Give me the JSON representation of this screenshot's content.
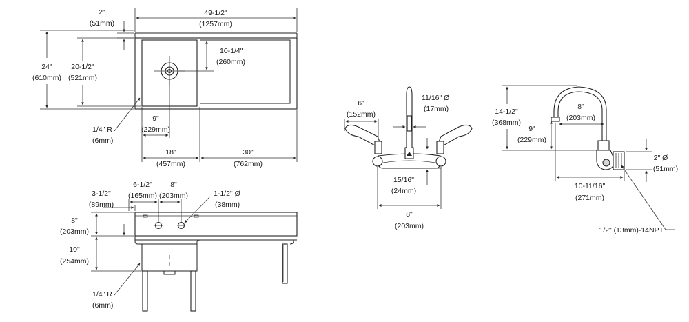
{
  "sink_top_view": {
    "dim_width_in": "49-1/2\"",
    "dim_width_mm": "(1257mm)",
    "dim_backsplash_in": "2\"",
    "dim_backsplash_mm": "(51mm)",
    "dim_depth_in": "24\"",
    "dim_depth_mm": "(610mm)",
    "dim_bowl_depth_in": "20-1/2\"",
    "dim_bowl_depth_mm": "(521mm)",
    "dim_drain_in": "10-1/4\"",
    "dim_drain_mm": "(260mm)",
    "dim_drain_x_in": "9\"",
    "dim_drain_x_mm": "(229mm)",
    "dim_radius_in": "1/4\" R",
    "dim_radius_mm": "(6mm)",
    "dim_bowl_width_in": "18\"",
    "dim_bowl_width_mm": "(457mm)",
    "dim_drainboard_in": "30\"",
    "dim_drainboard_mm": "(762mm)"
  },
  "sink_front_view": {
    "dim_hole_offset_in": "3-1/2\"",
    "dim_hole_offset_mm": "(89mm)",
    "dim_hole_spacing1_in": "6-1/2\"",
    "dim_hole_spacing1_mm": "(165mm)",
    "dim_hole_spacing2_in": "8\"",
    "dim_hole_spacing2_mm": "(203mm)",
    "dim_hole_dia_in": "1-1/2\" Ø",
    "dim_hole_dia_mm": "(38mm)",
    "dim_splash_in": "8\"",
    "dim_splash_mm": "(203mm)",
    "dim_bowl_in": "10\"",
    "dim_bowl_mm": "(254mm)",
    "dim_radius_in": "1/4\" R",
    "dim_radius_mm": "(6mm)"
  },
  "faucet_front_view": {
    "dim_handle_in": "6\"",
    "dim_handle_mm": "(152mm)",
    "dim_spout_dia_in": "11/16\" Ø",
    "dim_spout_dia_mm": "(17mm)",
    "dim_inlet_in": "15/16\"",
    "dim_inlet_mm": "(24mm)",
    "dim_centers_in": "8\"",
    "dim_centers_mm": "(203mm)"
  },
  "faucet_side_view": {
    "dim_height_in": "14-1/2\"",
    "dim_height_mm": "(368mm)",
    "dim_reach_in": "8\"",
    "dim_reach_mm": "(203mm)",
    "dim_spout_height_in": "9\"",
    "dim_spout_height_mm": "(229mm)",
    "dim_inlet_dia_in": "2\" Ø",
    "dim_inlet_dia_mm": "(51mm)",
    "dim_depth_in": "10-11/16\"",
    "dim_depth_mm": "(271mm)",
    "dim_thread": "1/2\" (13mm)-14NPT"
  }
}
